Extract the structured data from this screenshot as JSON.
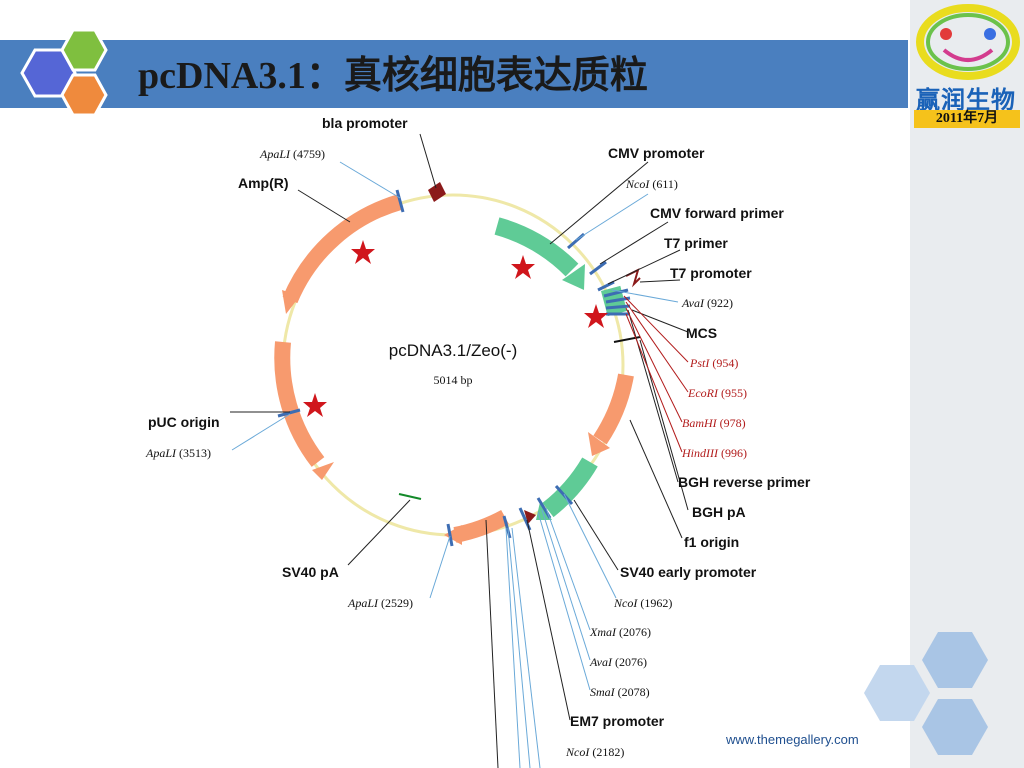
{
  "slide": {
    "title": "pcDNA3.1：真核细胞表达质粒",
    "logo_text": "赢润生物",
    "date": "2011年7月",
    "footer": "www.themegallery.com"
  },
  "plasmid": {
    "name": "pcDNA3.1/Zeo(-)",
    "size": "5014 bp"
  },
  "feature_labels": {
    "bla_promoter": "bla promoter",
    "amp_r": "Amp(R)",
    "cmv_promoter": "CMV promoter",
    "cmv_forward_primer": "CMV forward primer",
    "t7_primer": "T7 primer",
    "t7_promoter": "T7 promoter",
    "mcs": "MCS",
    "bgh_reverse_primer": "BGH reverse primer",
    "bgh_pa": "BGH pA",
    "f1_origin": "f1 origin",
    "sv40_early_promoter": "SV40 early promoter",
    "em7_promoter": "EM7 promoter",
    "sv40_pa": "SV40 pA",
    "puc_origin": "pUC origin"
  },
  "sites": {
    "apali_4759": {
      "enzyme": "ApaLI",
      "pos": "(4759)"
    },
    "ncoi_611": {
      "enzyme": "NcoI",
      "pos": "(611)"
    },
    "avai_922": {
      "enzyme": "AvaI",
      "pos": "(922)"
    },
    "psti_954": {
      "enzyme": "PstI",
      "pos": "(954)"
    },
    "ecori_955": {
      "enzyme": "EcoRI",
      "pos": "(955)"
    },
    "bamhi_978": {
      "enzyme": "BamHI",
      "pos": "(978)"
    },
    "hindiii_996": {
      "enzyme": "HindIII",
      "pos": "(996)"
    },
    "apali_3513": {
      "enzyme": "ApaLI",
      "pos": "(3513)"
    },
    "apali_2529": {
      "enzyme": "ApaLI",
      "pos": "(2529)"
    },
    "ncoi_1962": {
      "enzyme": "NcoI",
      "pos": "(1962)"
    },
    "xmai_2076": {
      "enzyme": "XmaI",
      "pos": "(2076)"
    },
    "avai_2076": {
      "enzyme": "AvaI",
      "pos": "(2076)"
    },
    "smai_2078": {
      "enzyme": "SmaI",
      "pos": "(2078)"
    },
    "ncoi_2182": {
      "enzyme": "NcoI",
      "pos": "(2182)"
    }
  },
  "colors": {
    "title_bar": "#4a7fbf",
    "orange_feature": "#f79a6e",
    "green_feature": "#5fcb96",
    "promoter_dark": "#8b1a1a",
    "star": "#d0161c",
    "site_line": "#6aa9d8"
  }
}
